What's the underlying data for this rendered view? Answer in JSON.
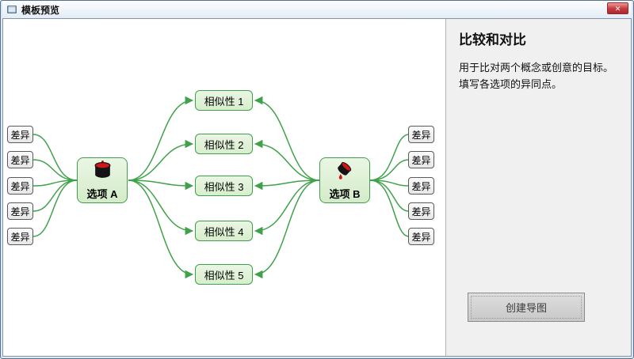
{
  "window": {
    "title": "模板预览",
    "close_glyph": "✕"
  },
  "panel": {
    "title": "比较和对比",
    "description_line1": "用于比对两个概念或创意的目标。",
    "description_line2": "填写各选项的异同点。",
    "create_button_label": "创建导图"
  },
  "diagram": {
    "option_a": {
      "label": "选项 A",
      "icon": "paint-can-icon"
    },
    "option_b": {
      "label": "选项 B",
      "icon": "pouring-bucket-icon"
    },
    "similarities": [
      {
        "label": "相似性 1"
      },
      {
        "label": "相似性 2"
      },
      {
        "label": "相似性 3"
      },
      {
        "label": "相似性 4"
      },
      {
        "label": "相似性 5"
      }
    ],
    "differences_left": [
      {
        "label": "差异"
      },
      {
        "label": "差异"
      },
      {
        "label": "差异"
      },
      {
        "label": "差异"
      },
      {
        "label": "差异"
      }
    ],
    "differences_right": [
      {
        "label": "差异"
      },
      {
        "label": "差异"
      },
      {
        "label": "差异"
      },
      {
        "label": "差异"
      },
      {
        "label": "差异"
      }
    ],
    "colors": {
      "connector": "#3fa24a",
      "topic_fill": "#d8eecd",
      "topic_border": "#3fa24a",
      "difference_fill": "#efefef",
      "difference_border": "#5a5a5a",
      "accent_red": "#cf1717"
    }
  }
}
